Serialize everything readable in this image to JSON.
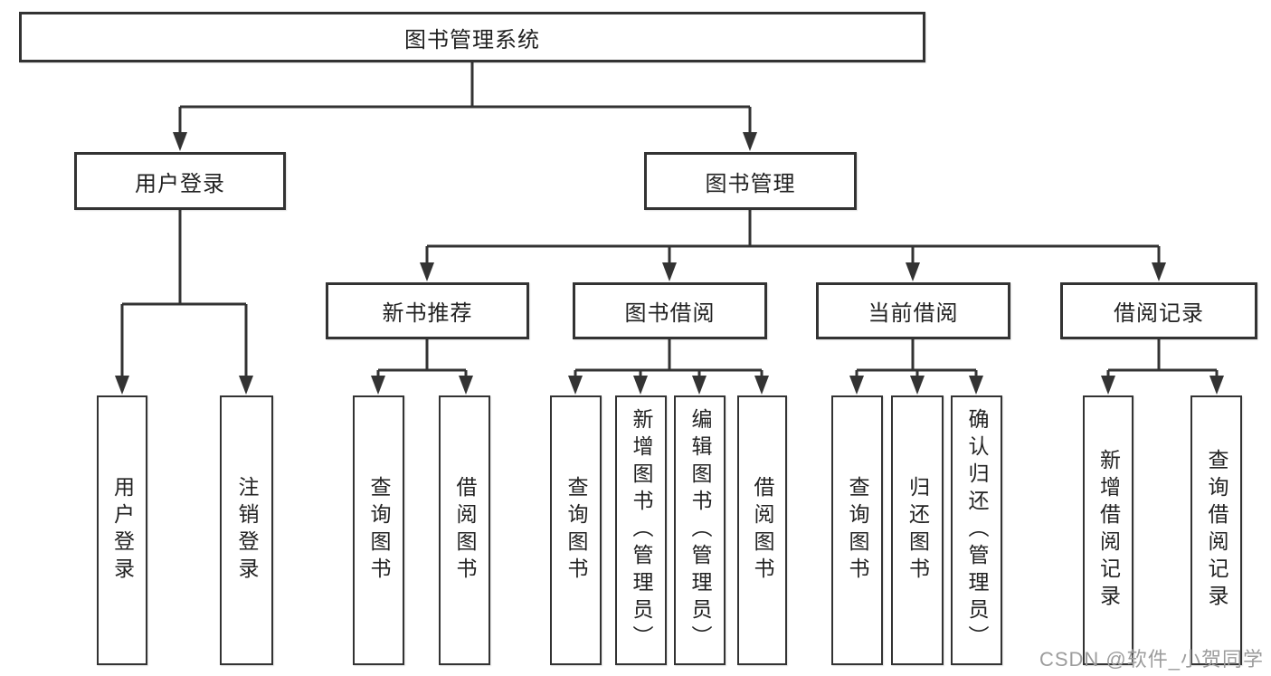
{
  "diagram": {
    "root": {
      "label": "图书管理系统"
    },
    "branches": [
      {
        "label": "用户登录",
        "children": [
          {
            "label": "用户登录"
          },
          {
            "label": "注销登录"
          }
        ]
      },
      {
        "label": "图书管理",
        "children": [
          {
            "label": "新书推荐",
            "children": [
              {
                "label": "查询图书"
              },
              {
                "label": "借阅图书"
              }
            ]
          },
          {
            "label": "图书借阅",
            "children": [
              {
                "label": "查询图书"
              },
              {
                "label": "新增图书（管理员）"
              },
              {
                "label": "编辑图书（管理员）"
              },
              {
                "label": "借阅图书"
              }
            ]
          },
          {
            "label": "当前借阅",
            "children": [
              {
                "label": "查询图书"
              },
              {
                "label": "归还图书"
              },
              {
                "label": "确认归还（管理员）"
              }
            ]
          },
          {
            "label": "借阅记录",
            "children": [
              {
                "label": "新增借阅记录"
              },
              {
                "label": "查询借阅记录"
              }
            ]
          }
        ]
      }
    ],
    "colors": {
      "line": "#333333",
      "box_background": "#ffffff",
      "text": "#222222"
    }
  },
  "watermark": {
    "text": "CSDN @软件_小贺同学",
    "color": "#9c9c9c"
  }
}
